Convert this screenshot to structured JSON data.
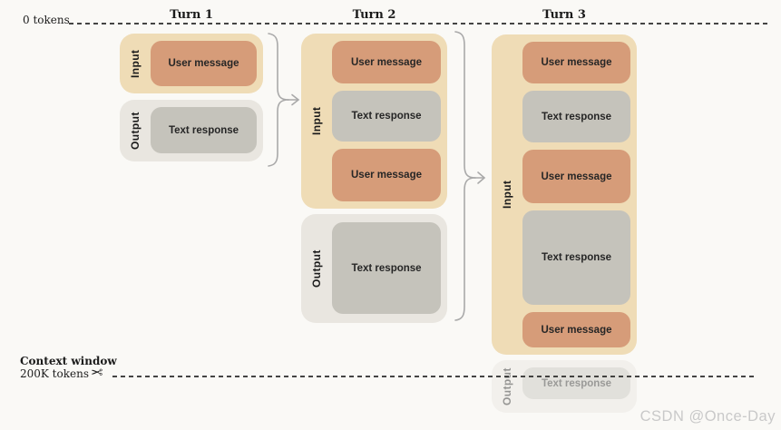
{
  "colors": {
    "background": "#faf9f6",
    "input_panel": "#efdcb6",
    "output_panel": "#e9e6e0",
    "user_message": "#d69c79",
    "text_response": "#c5c3bb",
    "connector": "#a9a9a9",
    "dashed_line": "#2b2b2b",
    "ink": "#1b1b1b",
    "watermark": "#c9c9c9"
  },
  "icons": {
    "scissors": "✂"
  },
  "diagram": {
    "top_marker": "0 tokens",
    "turns": [
      {
        "title": "Turn 1",
        "input_label": "Input",
        "output_label": "Output",
        "input_blocks": [
          {
            "type": "user_message",
            "label": "User message"
          }
        ],
        "output_blocks": [
          {
            "type": "text_response",
            "label": "Text response"
          }
        ]
      },
      {
        "title": "Turn 2",
        "input_label": "Input",
        "output_label": "Output",
        "input_blocks": [
          {
            "type": "user_message",
            "label": "User message"
          },
          {
            "type": "text_response",
            "label": "Text response"
          },
          {
            "type": "user_message",
            "label": "User message"
          }
        ],
        "output_blocks": [
          {
            "type": "text_response",
            "label": "Text response"
          }
        ]
      },
      {
        "title": "Turn 3",
        "input_label": "Input",
        "output_label": "Output",
        "input_blocks": [
          {
            "type": "user_message",
            "label": "User message"
          },
          {
            "type": "text_response",
            "label": "Text response"
          },
          {
            "type": "user_message",
            "label": "User message"
          },
          {
            "type": "text_response",
            "label": "Text response"
          },
          {
            "type": "user_message",
            "label": "User message"
          }
        ],
        "output_blocks": [
          {
            "type": "text_response",
            "label": "Text response"
          }
        ],
        "output_truncated": true
      }
    ],
    "context_window": {
      "title": "Context window",
      "subtitle": "200K tokens"
    },
    "watermark": "CSDN @Once-Day"
  }
}
